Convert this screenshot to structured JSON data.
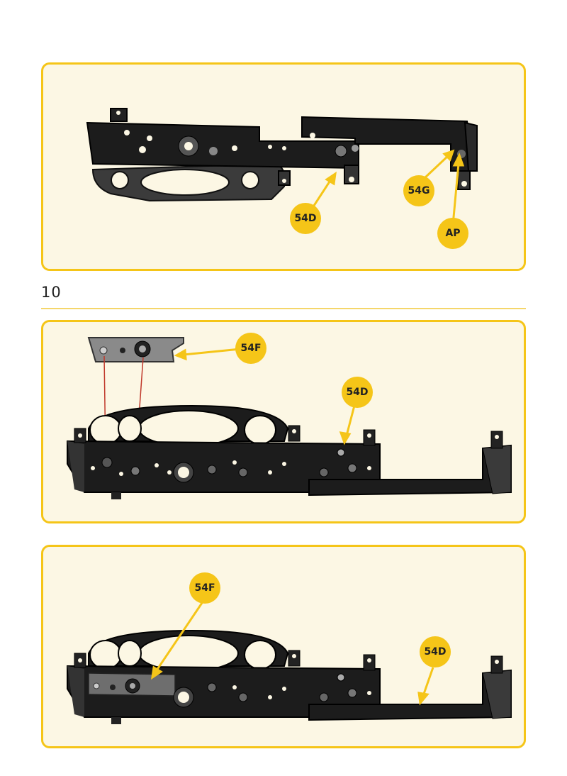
{
  "step": {
    "number": "10"
  },
  "panels": [
    {
      "callouts": [
        {
          "label": "54D"
        },
        {
          "label": "54G"
        },
        {
          "label": "AP"
        }
      ]
    },
    {
      "callouts": [
        {
          "label": "54F"
        },
        {
          "label": "54D"
        }
      ]
    },
    {
      "callouts": [
        {
          "label": "54F"
        },
        {
          "label": "54D"
        }
      ]
    }
  ],
  "colors": {
    "panel_bg": "#fcf7e4",
    "panel_border": "#f5c518",
    "callout": "#f5c518",
    "part": "#1c1c1c",
    "guide_line": "#c0392b"
  }
}
